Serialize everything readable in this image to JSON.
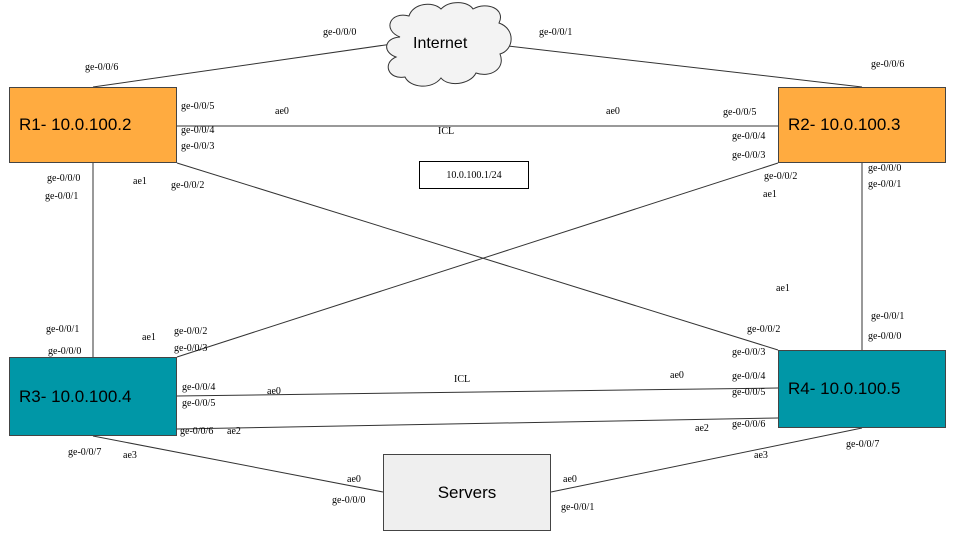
{
  "colors": {
    "r1_fill": "#FFAB40",
    "r2_fill": "#FFAB40",
    "r3_fill": "#0097A7",
    "r4_fill": "#0097A7",
    "servers_fill": "#EFEFEF",
    "cloud_fill": "#F3F3F3",
    "line": "#333333"
  },
  "nodes": {
    "internet": "Internet",
    "r1": "R1- 10.0.100.2",
    "r2": "R2- 10.0.100.3",
    "r3": "R3- 10.0.100.4",
    "r4": "R4- 10.0.100.5",
    "servers": "Servers",
    "vip": "10.0.100.1/24"
  },
  "labels": {
    "inet_r1_port": "ge-0/0/0",
    "inet_r2_port": "ge-0/0/1",
    "r1_inet_port": "ge-0/0/6",
    "r2_inet_port": "ge-0/0/6",
    "r1_icl_port_a": "ge-0/0/5",
    "r1_icl_port_b": "ge-0/0/4",
    "r1_port_3": "ge-0/0/3",
    "r1_port_2": "ge-0/0/2",
    "r1_down_port_0": "ge-0/0/0",
    "r1_down_port_1": "ge-0/0/1",
    "r1_ae1": "ae1",
    "r1_ae0": "ae0",
    "icl_top": "ICL",
    "r2_ae0": "ae0",
    "r2_icl_port_a": "ge-0/0/5",
    "r2_icl_port_b": "ge-0/0/4",
    "r2_port_3": "ge-0/0/3",
    "r2_port_2": "ge-0/0/2",
    "r2_ae1": "ae1",
    "r2_down_port_0": "ge-0/0/0",
    "r2_down_port_1": "ge-0/0/1",
    "r4_ae1": "ae1",
    "r4_up_port_1": "ge-0/0/1",
    "r4_up_port_0": "ge-0/0/0",
    "r3_up_port_1": "ge-0/0/1",
    "r3_up_port_0": "ge-0/0/0",
    "r3_ae1": "ae1",
    "r3_port_2": "ge-0/0/2",
    "r3_port_3": "ge-0/0/3",
    "r4_port_2": "ge-0/0/2",
    "r4_port_3": "ge-0/0/3",
    "r3_icl_port_a": "ge-0/0/4",
    "r3_icl_port_b": "ge-0/0/5",
    "r3_ae0": "ae0",
    "icl_bottom": "ICL",
    "r4_ae0": "ae0",
    "r4_icl_port_a": "ge-0/0/4",
    "r4_icl_port_b": "ge-0/0/5",
    "r3_port_6": "ge-0/0/6",
    "r3_ae2": "ae2",
    "r4_ae2": "ae2",
    "r4_port_6": "ge-0/0/6",
    "r3_port_7": "ge-0/0/7",
    "r3_ae3": "ae3",
    "r4_ae3": "ae3",
    "r4_port_7": "ge-0/0/7",
    "srv_ae0_left": "ae0",
    "srv_port_0": "ge-0/0/0",
    "srv_ae0_right": "ae0",
    "srv_port_1": "ge-0/0/1"
  }
}
